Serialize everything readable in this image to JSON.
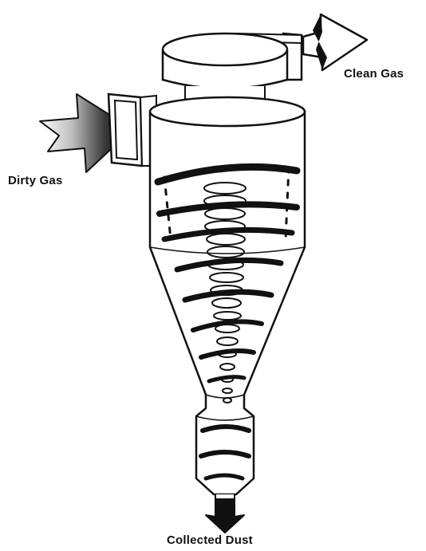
{
  "diagram": {
    "labels": {
      "clean_gas": "Clean Gas",
      "dirty_gas": "Dirty Gas",
      "collected_dust": "Collected Dust"
    },
    "colors": {
      "ink": "#111111",
      "background": "#ffffff"
    }
  }
}
